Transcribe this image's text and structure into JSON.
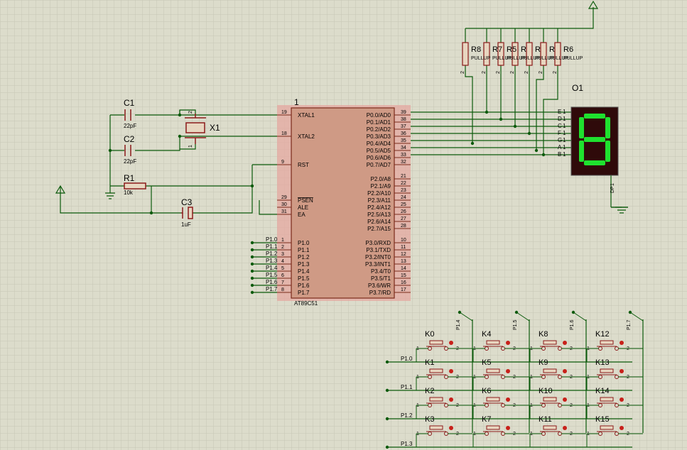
{
  "crystal": {
    "c1": {
      "ref": "C1",
      "value": "22pF"
    },
    "c2": {
      "ref": "C2",
      "value": "22pF"
    },
    "x1": {
      "ref": "X1",
      "pin_top": "2",
      "pin_bottom": "1"
    }
  },
  "reset": {
    "r1": {
      "ref": "R1",
      "value": "10k"
    },
    "c3": {
      "ref": "C3",
      "value": "1uF"
    }
  },
  "mcu": {
    "ref": "1",
    "part": "AT89C51",
    "left_pins": [
      {
        "num": "19",
        "name": "XTAL1"
      },
      {
        "num": "18",
        "name": "XTAL2"
      },
      {
        "num": "9",
        "name": "RST"
      },
      {
        "num": "29",
        "name": "PSEN"
      },
      {
        "num": "30",
        "name": "ALE"
      },
      {
        "num": "31",
        "name": "EA"
      },
      {
        "num": "1",
        "name": "P1.0"
      },
      {
        "num": "2",
        "name": "P1.1"
      },
      {
        "num": "3",
        "name": "P1.2"
      },
      {
        "num": "4",
        "name": "P1.3"
      },
      {
        "num": "5",
        "name": "P1.4"
      },
      {
        "num": "6",
        "name": "P1.5"
      },
      {
        "num": "7",
        "name": "P1.6"
      },
      {
        "num": "8",
        "name": "P1.7"
      }
    ],
    "right_pins": [
      {
        "num": "39",
        "name": "P0.0/AD0"
      },
      {
        "num": "38",
        "name": "P0.1/AD1"
      },
      {
        "num": "37",
        "name": "P0.2/AD2"
      },
      {
        "num": "36",
        "name": "P0.3/AD3"
      },
      {
        "num": "35",
        "name": "P0.4/AD4"
      },
      {
        "num": "34",
        "name": "P0.5/AD5"
      },
      {
        "num": "33",
        "name": "P0.6/AD6"
      },
      {
        "num": "32",
        "name": "P0.7/AD7"
      },
      {
        "num": "21",
        "name": "P2.0/A8"
      },
      {
        "num": "22",
        "name": "P2.1/A9"
      },
      {
        "num": "23",
        "name": "P2.2/A10"
      },
      {
        "num": "24",
        "name": "P2.3/A11"
      },
      {
        "num": "25",
        "name": "P2.4/A12"
      },
      {
        "num": "26",
        "name": "P2.5/A13"
      },
      {
        "num": "27",
        "name": "P2.6/A14"
      },
      {
        "num": "28",
        "name": "P2.7/A15"
      },
      {
        "num": "10",
        "name": "P3.0/RXD"
      },
      {
        "num": "11",
        "name": "P3.1/TXD"
      },
      {
        "num": "12",
        "name": "P3.2/INT0"
      },
      {
        "num": "13",
        "name": "P3.3/INT1"
      },
      {
        "num": "14",
        "name": "P3.4/T0"
      },
      {
        "num": "15",
        "name": "P3.5/T1"
      },
      {
        "num": "16",
        "name": "P3.6/WR"
      },
      {
        "num": "17",
        "name": "P3.7/RD"
      }
    ],
    "p1_labels": [
      "P1.0",
      "P1.1",
      "P1.2",
      "P1.3",
      "P1.4",
      "P1.5",
      "P1.6",
      "P1.7"
    ]
  },
  "pullups": {
    "pin_label": "2",
    "resistors": [
      {
        "ref": "R8",
        "sub": "PULLUP"
      },
      {
        "ref": "R7",
        "sub": "PULLUP"
      },
      {
        "ref": "R5",
        "sub": "PULLUP"
      },
      {
        "ref": "R",
        "sub": "PULLUP"
      },
      {
        "ref": "R",
        "sub": "PULLUP"
      },
      {
        "ref": "R",
        "sub": "PULLUP"
      },
      {
        "ref": "R6",
        "sub": "PULLUP"
      }
    ]
  },
  "display": {
    "ref": "O1",
    "segments": [
      "E",
      "D",
      "C",
      "F",
      "G",
      "A",
      "B"
    ],
    "pin_num": "1",
    "dp_label": "DP",
    "dp_num": "1",
    "colors": {
      "digit": "#1fe12f",
      "body": "#2f0a0a"
    }
  },
  "keypad": {
    "keys": [
      "K0",
      "K4",
      "K8",
      "K12",
      "K1",
      "K5",
      "K9",
      "K13",
      "K2",
      "K6",
      "K10",
      "K14",
      "K3",
      "K7",
      "K11",
      "K15"
    ],
    "pin_a": "1",
    "pin_b": "2",
    "col_labels": [
      "P1.4",
      "P1.5",
      "P1.6",
      "P1.7"
    ],
    "row_labels": [
      "P1.0",
      "P1.1",
      "P1.2",
      "P1.3"
    ]
  }
}
